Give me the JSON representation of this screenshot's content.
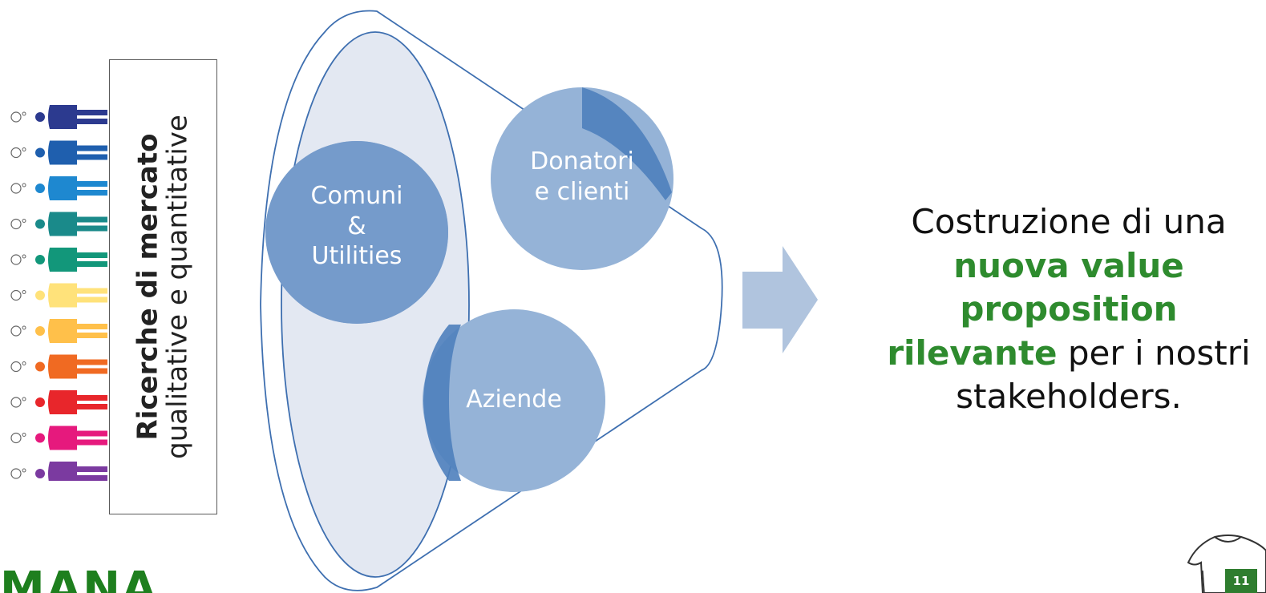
{
  "research_box": {
    "title": "Ricerche di mercato",
    "subtitle": "qualitative e quantitative"
  },
  "people_colors": [
    "#2c3a8f",
    "#1f5fae",
    "#1e88d0",
    "#1a8a8a",
    "#12977a",
    "#ffe27a",
    "#ffc04a",
    "#f06a22",
    "#e8262b",
    "#e6197d",
    "#7b3aa0"
  ],
  "circles": {
    "comuni": {
      "label": "Comuni\n&\nUtilities",
      "line1": "Comuni",
      "line2": "&",
      "line3": "Utilities"
    },
    "donatori": {
      "line1": "Donatori",
      "line2": "e clienti"
    },
    "aziende": {
      "line1": "Aziende"
    }
  },
  "result": {
    "line1": "Costruzione di una",
    "highlight": "nuova value proposition rilevante",
    "highlight_a": "nuova value",
    "highlight_b": "proposition",
    "highlight_c": "rilevante",
    "rest": "per i nostri",
    "line_last": "stakeholders."
  },
  "logo_text": "MANA",
  "page_number": "11",
  "colors": {
    "circle_dark": "#4e7fbc",
    "circle_light": "#95b3d7",
    "funnel_stroke": "#3e6fb0",
    "arrow": "#b0c4de",
    "accent_green": "#2e8b2e"
  }
}
